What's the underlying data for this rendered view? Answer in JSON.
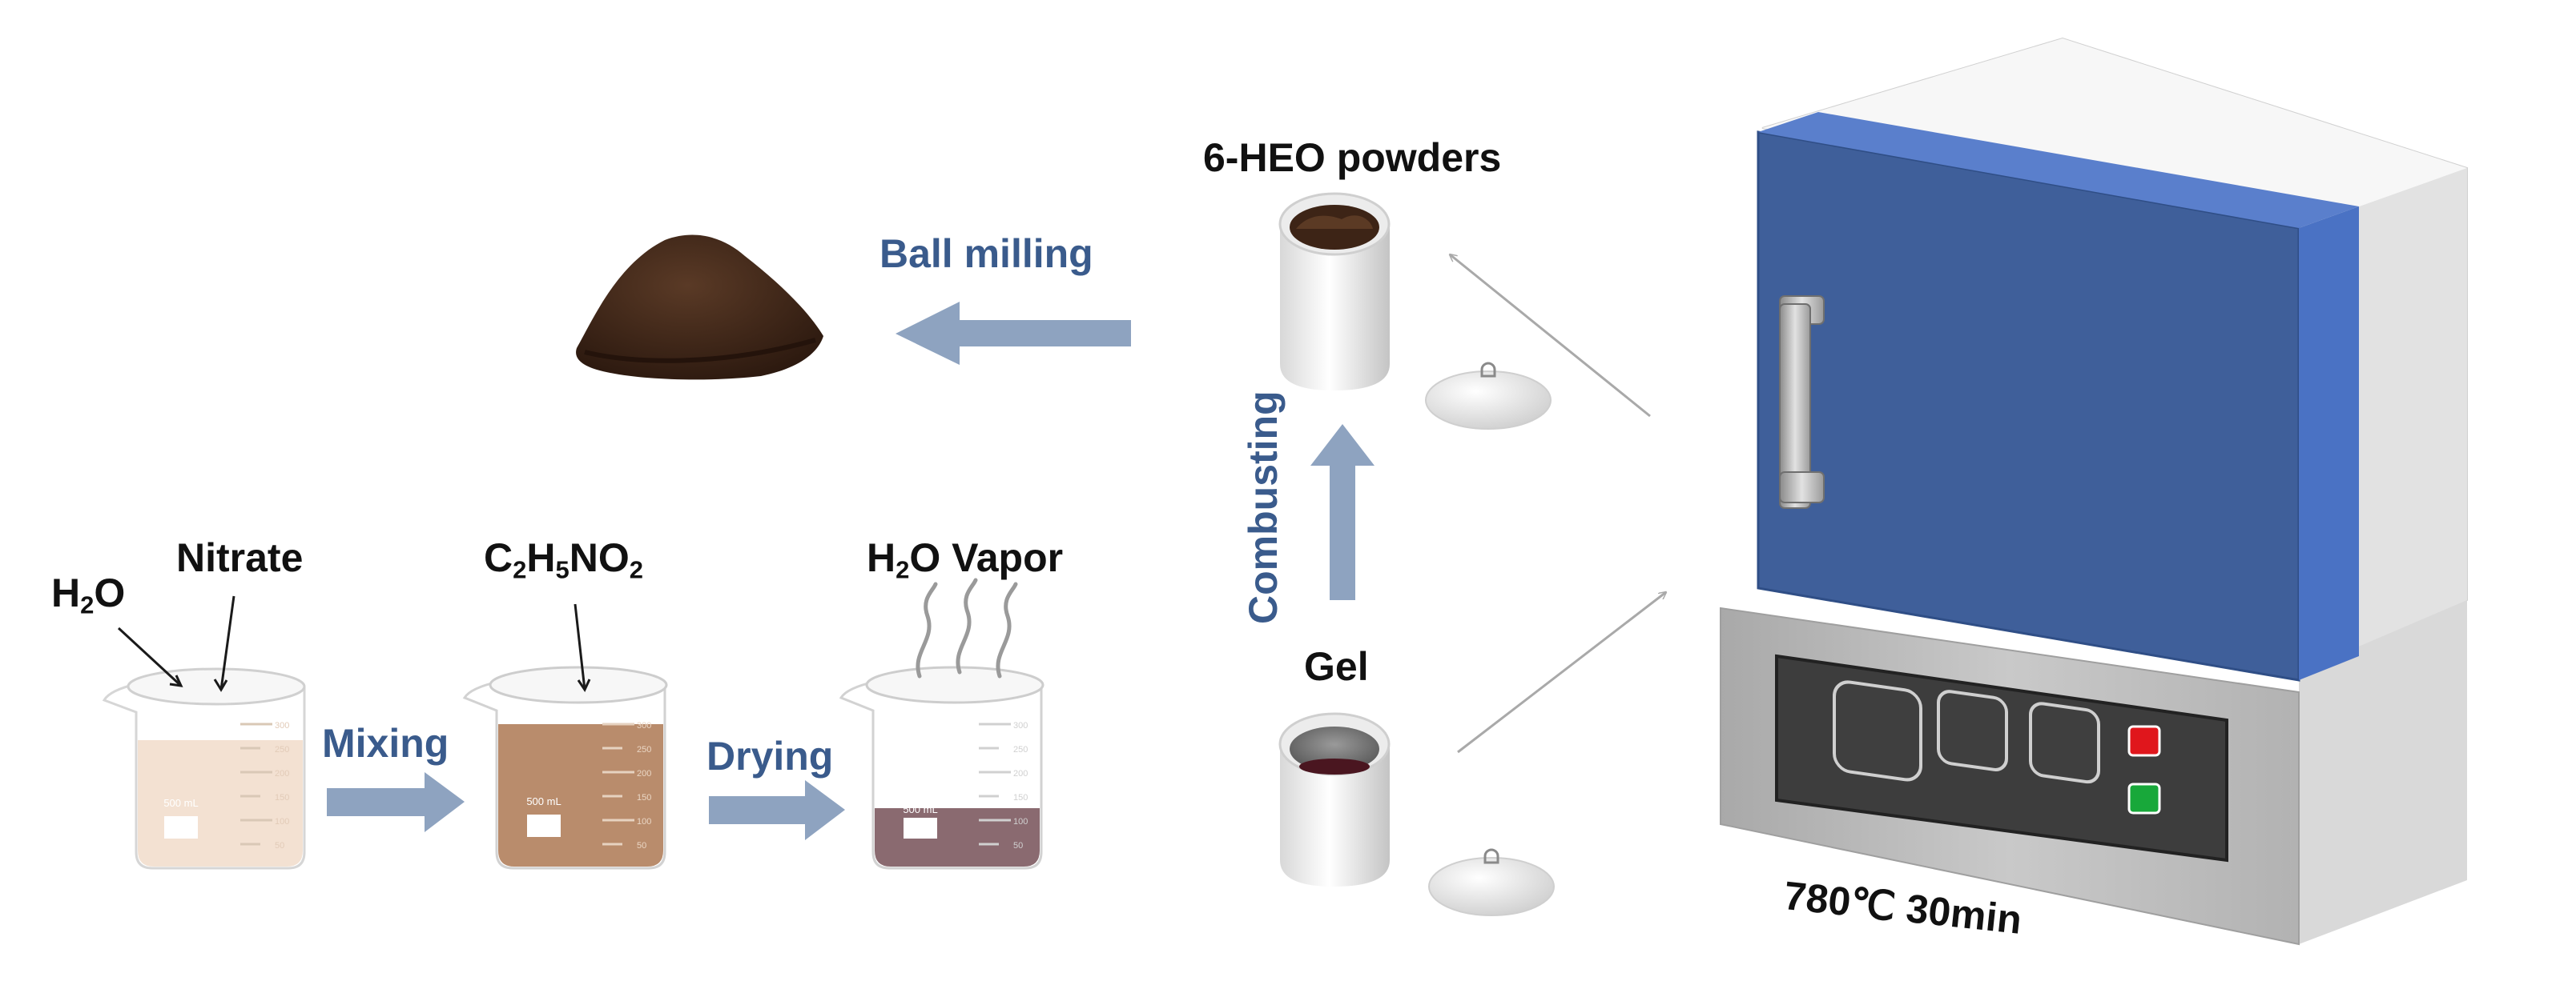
{
  "labels": {
    "water": "H",
    "water_sub": "2",
    "water_end": "O",
    "nitrate": "Nitrate",
    "glycine_c": "C",
    "glycine_c_sub": "2",
    "glycine_h": "H",
    "glycine_h_sub": "5",
    "glycine_no": "NO",
    "glycine_no_sub": "2",
    "vapor_h": "H",
    "vapor_sub": "2",
    "vapor_end": "O Vapor",
    "gel": "Gel",
    "powders": "6-HEO powders",
    "furnace_condition": "780℃ 30min"
  },
  "steps": {
    "mixing": "Mixing",
    "drying": "Drying",
    "combusting": "Combusting",
    "ball_milling": "Ball milling"
  },
  "beakers": {
    "volume_label": "500 mL",
    "scale_marks": [
      "300",
      "250",
      "200",
      "150",
      "100",
      "50"
    ]
  },
  "colors": {
    "step_text": "#3a5b8c",
    "arrow_fill": "#8ea3c0",
    "furnace_door": "#3f5f9a",
    "furnace_door_edge": "#4a72c4",
    "powder": "#3d2416",
    "gel": "#4a1620",
    "indicator_red": "#e0161c",
    "indicator_green": "#18a83a"
  },
  "icons": [
    "beaker-icon",
    "crucible-icon",
    "lid-icon",
    "powder-pile-icon",
    "muffle-furnace-icon",
    "vapor-icon"
  ]
}
